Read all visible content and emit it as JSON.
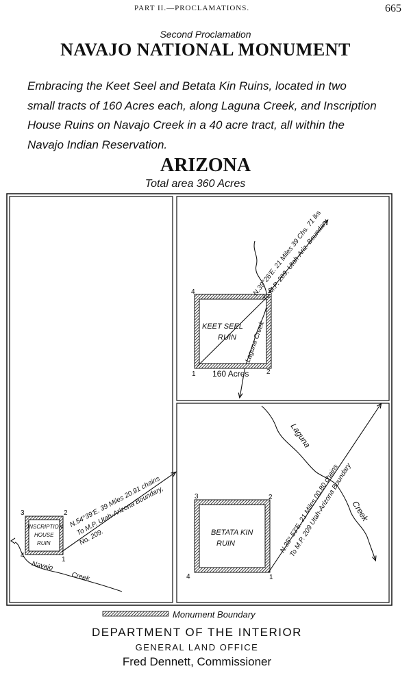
{
  "header": {
    "section": "PART II.—PROCLAMATIONS.",
    "page_number": "665"
  },
  "subtitle": "Second Proclamation",
  "title": "NAVAJO NATIONAL MONUMENT",
  "description": {
    "lines": [
      "Embracing the Keet Seel and Betata Kin Ruins, located in two",
      "small tracts of 160 Acres each, along Laguna Creek, and Inscription",
      "House Ruins on Navajo Creek in a 40 acre tract, all within the",
      "Navajo Indian Reservation."
    ]
  },
  "state": "ARIZONA",
  "total_area": "Total area 360 Acres",
  "map": {
    "keet_seel": {
      "label_line1": "KEET SEEL",
      "label_line2": "RUIN",
      "area": "160 Acres",
      "corners": [
        "1",
        "2",
        "3",
        "4"
      ],
      "bearing_line1": "N.39°26'E. 21 Miles 39 Chs. 71 lks",
      "bearing_line2": "To M.P. 209, Utah-Ariz. Boundary",
      "creek_label": "Laguna Creek"
    },
    "betata_kin": {
      "label_line1": "BETATA KIN",
      "label_line2": "RUIN",
      "corners": [
        "1",
        "2",
        "3",
        "4"
      ],
      "bearing_line1": "N.35° 53'E. 21 Miles 00.80 chains",
      "bearing_line2": "To M.P. 209 Utah-Arizona Boundary",
      "creek_label_1": "Laguna",
      "creek_label_2": "Creek"
    },
    "inscription_house": {
      "label_line1": "INSCRIPTION",
      "label_line2": "HOUSE",
      "label_line3": "RUIN",
      "corners": [
        "1",
        "2",
        "3",
        "4"
      ],
      "bearing_line1": "N.54°39'E. 39 Miles 20.91 chains",
      "bearing_line2": "To M.P. Utah-Arizona Boundary,",
      "bearing_line3": "No. 209.",
      "creek_label_1": "Navajo",
      "creek_label_2": "Creek"
    },
    "legend": {
      "boundary_label": "Monument Boundary"
    }
  },
  "footer": {
    "department": "DEPARTMENT OF THE INTERIOR",
    "office": "GENERAL LAND OFFICE",
    "commissioner": "Fred Dennett, Commissioner"
  }
}
